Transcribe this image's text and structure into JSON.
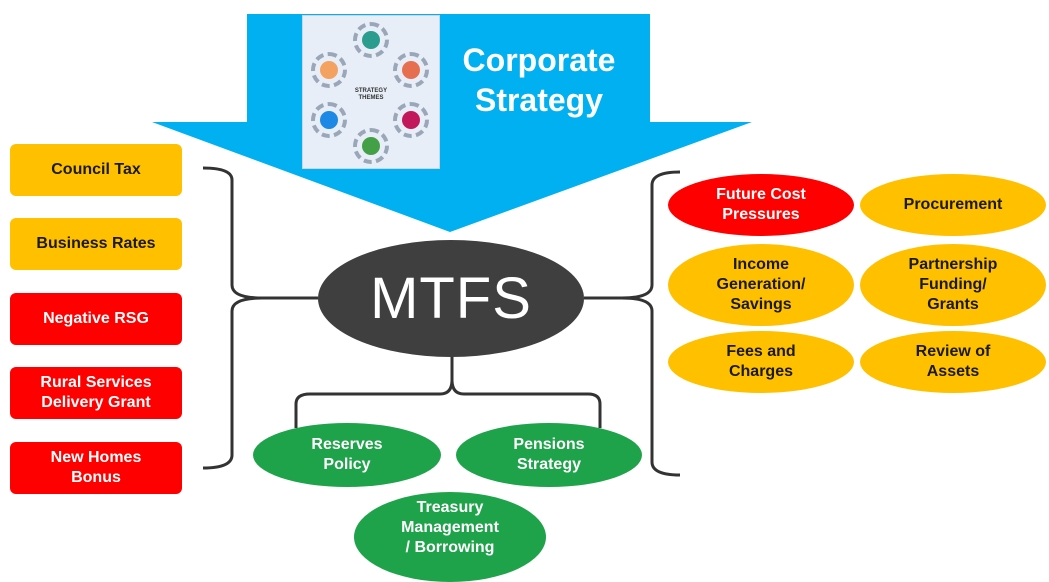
{
  "header": {
    "strategy_title_line1": "Corporate",
    "strategy_title_line2": "Strategy",
    "themes_label_line1": "STRATEGY",
    "themes_label_line2": "THEMES",
    "arrow_color": "#00b0f0"
  },
  "center": {
    "label": "MTFS",
    "color": "#3f3f3f"
  },
  "left_items": [
    {
      "line1": "Council Tax",
      "line2": "",
      "color": "#ffc000"
    },
    {
      "line1": "Business Rates",
      "line2": "",
      "color": "#ffc000"
    },
    {
      "line1": "Negative RSG",
      "line2": "",
      "color": "#ff0000"
    },
    {
      "line1": "Rural Services",
      "line2": "Delivery Grant",
      "color": "#ff0000"
    },
    {
      "line1": "New Homes",
      "line2": "Bonus",
      "color": "#ff0000"
    }
  ],
  "right_items": [
    {
      "line1": "Future Cost",
      "line2": "Pressures",
      "line3": "",
      "color": "#ff0000"
    },
    {
      "line1": "Procurement",
      "line2": "",
      "line3": "",
      "color": "#ffc000"
    },
    {
      "line1": "Income",
      "line2": "Generation/",
      "line3": "Savings",
      "color": "#ffc000"
    },
    {
      "line1": "Partnership",
      "line2": "Funding/",
      "line3": "Grants",
      "color": "#ffc000"
    },
    {
      "line1": "Fees and",
      "line2": "Charges",
      "line3": "",
      "color": "#ffc000"
    },
    {
      "line1": "Review of",
      "line2": "Assets",
      "line3": "",
      "color": "#ffc000"
    }
  ],
  "bottom_items": [
    {
      "line1": "Reserves",
      "line2": "Policy",
      "line3": "",
      "color": "#1fa34a"
    },
    {
      "line1": "Pensions",
      "line2": "Strategy",
      "line3": "",
      "color": "#1fa34a"
    },
    {
      "line1": "Treasury",
      "line2": "Management",
      "line3": "/ Borrowing",
      "color": "#1fa34a"
    }
  ],
  "theme_icon_colors": [
    "#2a9d8f",
    "#e76f51",
    "#c2185b",
    "#43a047",
    "#1e88e5",
    "#f4a261"
  ]
}
